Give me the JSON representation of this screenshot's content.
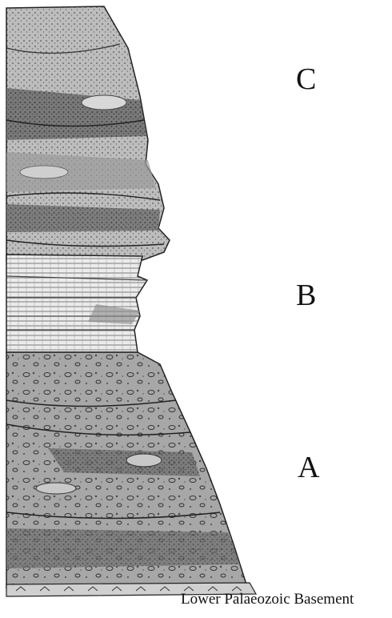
{
  "figure": {
    "units": [
      {
        "id": "C",
        "label": "C"
      },
      {
        "id": "B",
        "label": "B"
      },
      {
        "id": "A",
        "label": "A"
      }
    ],
    "basement_label": "Lower Palaeozoic Basement",
    "colors": {
      "background": "#ffffff",
      "rock_dark": "#3a3a3a",
      "rock_mid": "#8a8a8a",
      "rock_light": "#cfcfcf",
      "bedding_light": "#e6e6e6"
    }
  }
}
